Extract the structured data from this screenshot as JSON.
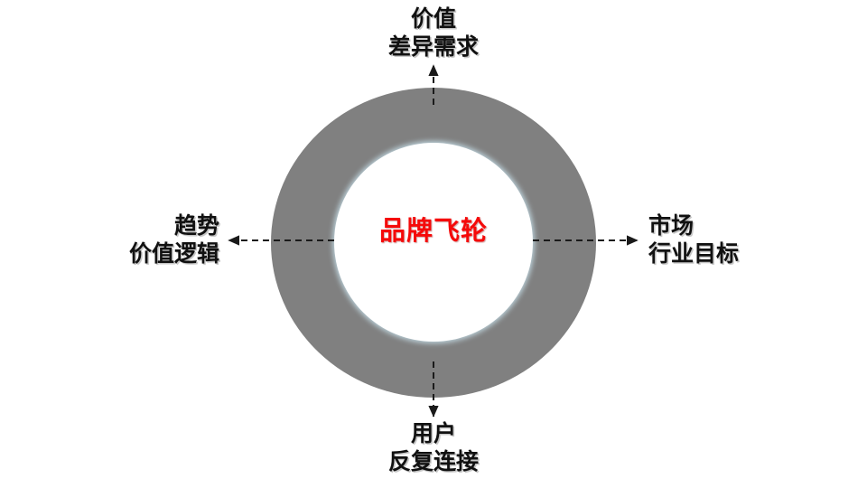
{
  "diagram": {
    "type": "flywheel-donut",
    "center": {
      "text": "品牌飞轮",
      "color": "#f50a0a"
    },
    "ring": {
      "fill_color": "#808080",
      "inner_fill_color": "#ffffff"
    },
    "background_color": "#ffffff",
    "label_color": "#111111",
    "nodes": [
      {
        "position": "top",
        "line1": "价值",
        "line2": "差异需求",
        "arrow": "up-arrow-dashed"
      },
      {
        "position": "right",
        "line1": "市场",
        "line2": "行业目标",
        "arrow": "right-arrow-dashed"
      },
      {
        "position": "bottom",
        "line1": "用户",
        "line2": "反复连接",
        "arrow": "down-arrow-dashed"
      },
      {
        "position": "left",
        "line1": "趋势",
        "line2": "价值逻辑",
        "arrow": "left-arrow-dashed"
      }
    ]
  }
}
